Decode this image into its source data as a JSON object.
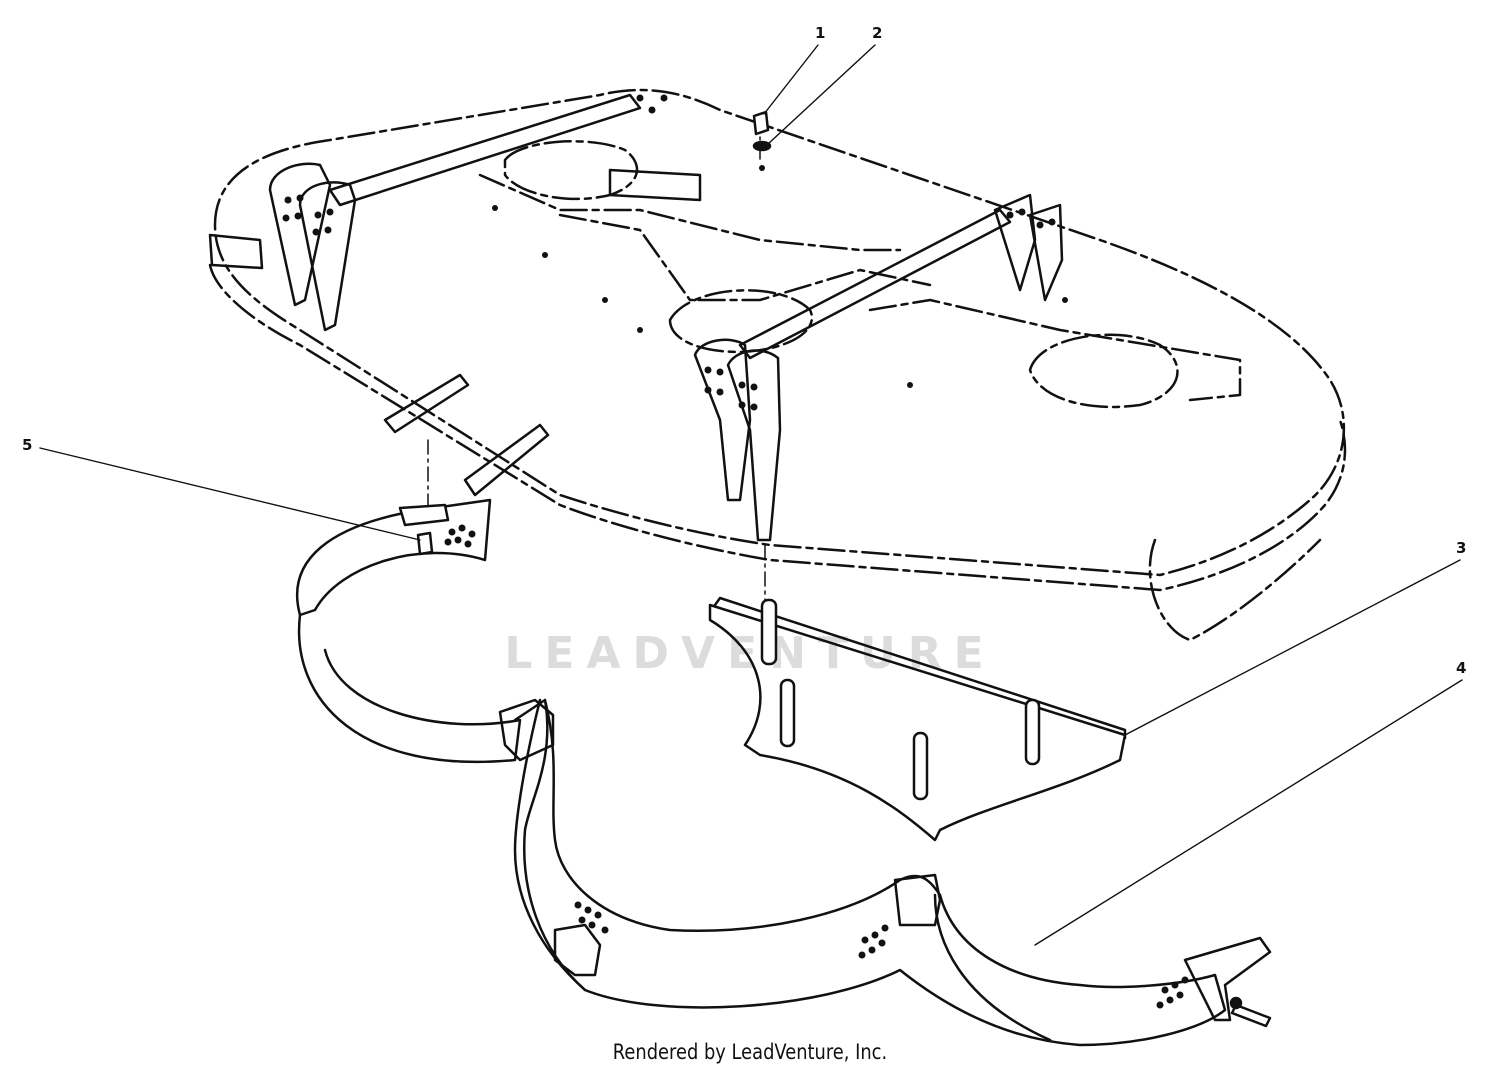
{
  "diagram": {
    "callouts": [
      "1",
      "2",
      "3",
      "4",
      "5"
    ],
    "watermark": "LEADVENTURE",
    "credit": "Rendered by LeadVenture, Inc."
  }
}
